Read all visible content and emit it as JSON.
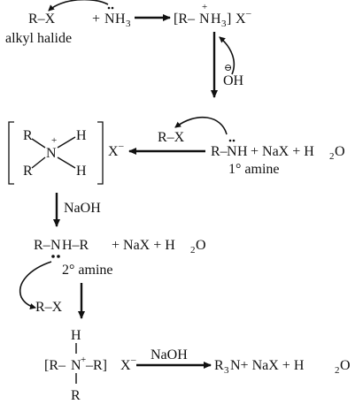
{
  "step1": {
    "alkyl_halide": "R–X",
    "alkyl_halide_label": "alkyl halide",
    "plus": "+",
    "ammonia_N": "N",
    "ammonia_H": "H",
    "ammonia_sub": "3",
    "product_open": "[R–",
    "product_N": "N",
    "product_H": "H",
    "product_sub": "3",
    "product_close": "]",
    "plus_charge": "+",
    "anion_X": "X",
    "anion_charge": "–",
    "hydroxide": "OH",
    "hydroxide_charge": "⊖"
  },
  "step2": {
    "primary_amine": "R–",
    "primary_N": "N",
    "primary_H": "H",
    "byproducts": "+ NaX + H",
    "water_sub": "2",
    "water_O": "O",
    "primary_label": "1° amine",
    "reagent_rx": "R–X",
    "salt_R_top": "R",
    "salt_R_bottom": "R",
    "salt_N": "N",
    "salt_H_top": "H",
    "salt_H_bottom": "H",
    "salt_charge": "+",
    "salt_X": "X",
    "salt_X_charge": "–"
  },
  "step3": {
    "base": "NaOH",
    "secondary_left": "R–",
    "secondary_N": "N",
    "secondary_right": "H–R",
    "byproducts": "+ NaX + H",
    "water_sub": "2",
    "water_O": "O",
    "secondary_label": "2° amine",
    "reagent_rx": "R–X"
  },
  "step4": {
    "top_H": "H",
    "open": "[R–",
    "N": "N",
    "N_charge": "+",
    "close": "–R]",
    "X": "X",
    "X_charge": "–",
    "bottom_R": "R",
    "base": "NaOH",
    "product_R": "R",
    "product_sub": "3",
    "product_rest": "N+ NaX + H",
    "water_sub": "2",
    "water_O": "O"
  }
}
